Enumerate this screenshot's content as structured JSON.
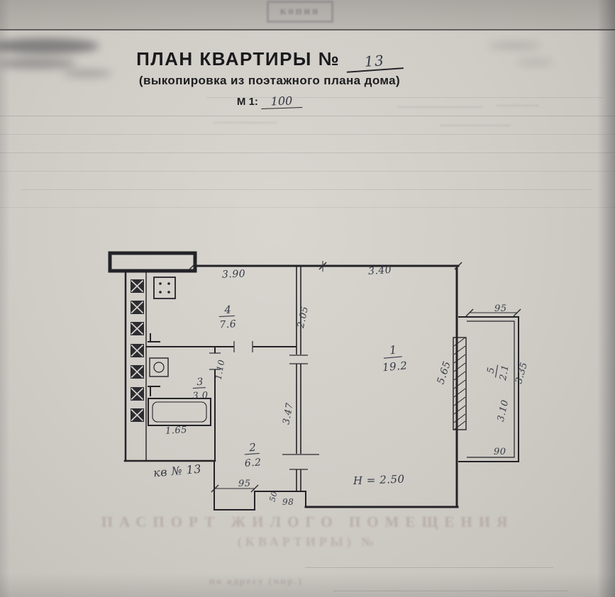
{
  "header": {
    "stamp": "копия",
    "title": "ПЛАН КВАРТИРЫ №",
    "number": "13",
    "subtitle": "(выкопировка из поэтажного плана дома)",
    "scale_label": "М 1:",
    "scale_value": "100"
  },
  "plan": {
    "caption": "кв № 13",
    "height": "H = 2.50",
    "rooms": {
      "room1": {
        "num": "1",
        "area": "19.2"
      },
      "room2": {
        "num": "2",
        "area": "6.2"
      },
      "room3": {
        "num": "3",
        "area": "3.0"
      },
      "room4": {
        "num": "4",
        "area": "7.6"
      },
      "room5": {
        "num": "5",
        "area": "2.1"
      }
    },
    "dims": {
      "top_left": "3.90",
      "top_right": "3.40",
      "balcony_top": "95",
      "kitchen_depth": "2.05",
      "room_depth": "5.65",
      "balcony_inner": "3.10",
      "balcony_outer": "3.35",
      "balcony_bottom": "90",
      "tub_length": "1.65",
      "nook": "1.10",
      "hall_length": "3.47",
      "entry_width": "95",
      "step_small": "50",
      "step_large": "98"
    }
  },
  "ghost": {
    "line1": "ПАСПОРТ ЖИЛОГО ПОМЕЩЕНИЯ",
    "line2": "(КВАРТИРЫ) №",
    "line3": "по адресу (чир.)"
  }
}
